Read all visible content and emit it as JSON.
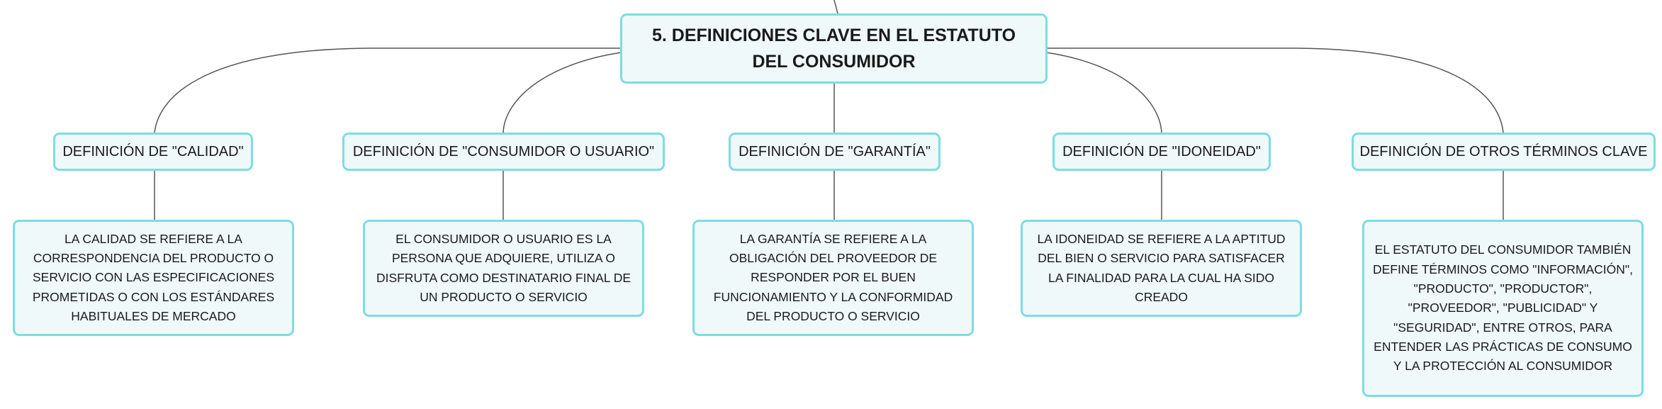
{
  "root": {
    "title": "5. DEFINICIONES CLAVE EN EL ESTATUTO DEL CONSUMIDOR"
  },
  "branches": [
    {
      "title": "DEFINICIÓN DE \"CALIDAD\"",
      "detail": "LA CALIDAD SE REFIERE A LA CORRESPONDENCIA DEL PRODUCTO O SERVICIO CON LAS ESPECIFICACIONES PROMETIDAS O CON LOS ESTÁNDARES HABITUALES DE MERCADO"
    },
    {
      "title": "DEFINICIÓN DE \"CONSUMIDOR O USUARIO\"",
      "detail": "EL CONSUMIDOR O USUARIO ES LA PERSONA QUE ADQUIERE, UTILIZA O DISFRUTA COMO DESTINATARIO FINAL DE UN PRODUCTO O SERVICIO"
    },
    {
      "title": "DEFINICIÓN DE \"GARANTÍA\"",
      "detail": "LA GARANTÍA SE REFIERE A LA OBLIGACIÓN DEL PROVEEDOR DE RESPONDER POR EL BUEN FUNCIONAMIENTO Y LA CONFORMIDAD DEL PRODUCTO O SERVICIO"
    },
    {
      "title": "DEFINICIÓN DE \"IDONEIDAD\"",
      "detail": "LA IDONEIDAD SE REFIERE A LA APTITUD DEL BIEN O SERVICIO PARA SATISFACER LA FINALIDAD PARA LA CUAL HA SIDO CREADO"
    },
    {
      "title": "DEFINICIÓN DE OTROS TÉRMINOS CLAVE",
      "detail": "EL ESTATUTO DEL CONSUMIDOR TAMBIÉN DEFINE TÉRMINOS COMO \"INFORMACIÓN\", \"PRODUCTO\", \"PRODUCTOR\", \"PROVEEDOR\", \"PUBLICIDAD\" Y \"SEGURIDAD\", ENTRE OTROS, PARA ENTENDER LAS PRÁCTICAS DE CONSUMO Y LA PROTECCIÓN AL CONSUMIDOR"
    }
  ]
}
